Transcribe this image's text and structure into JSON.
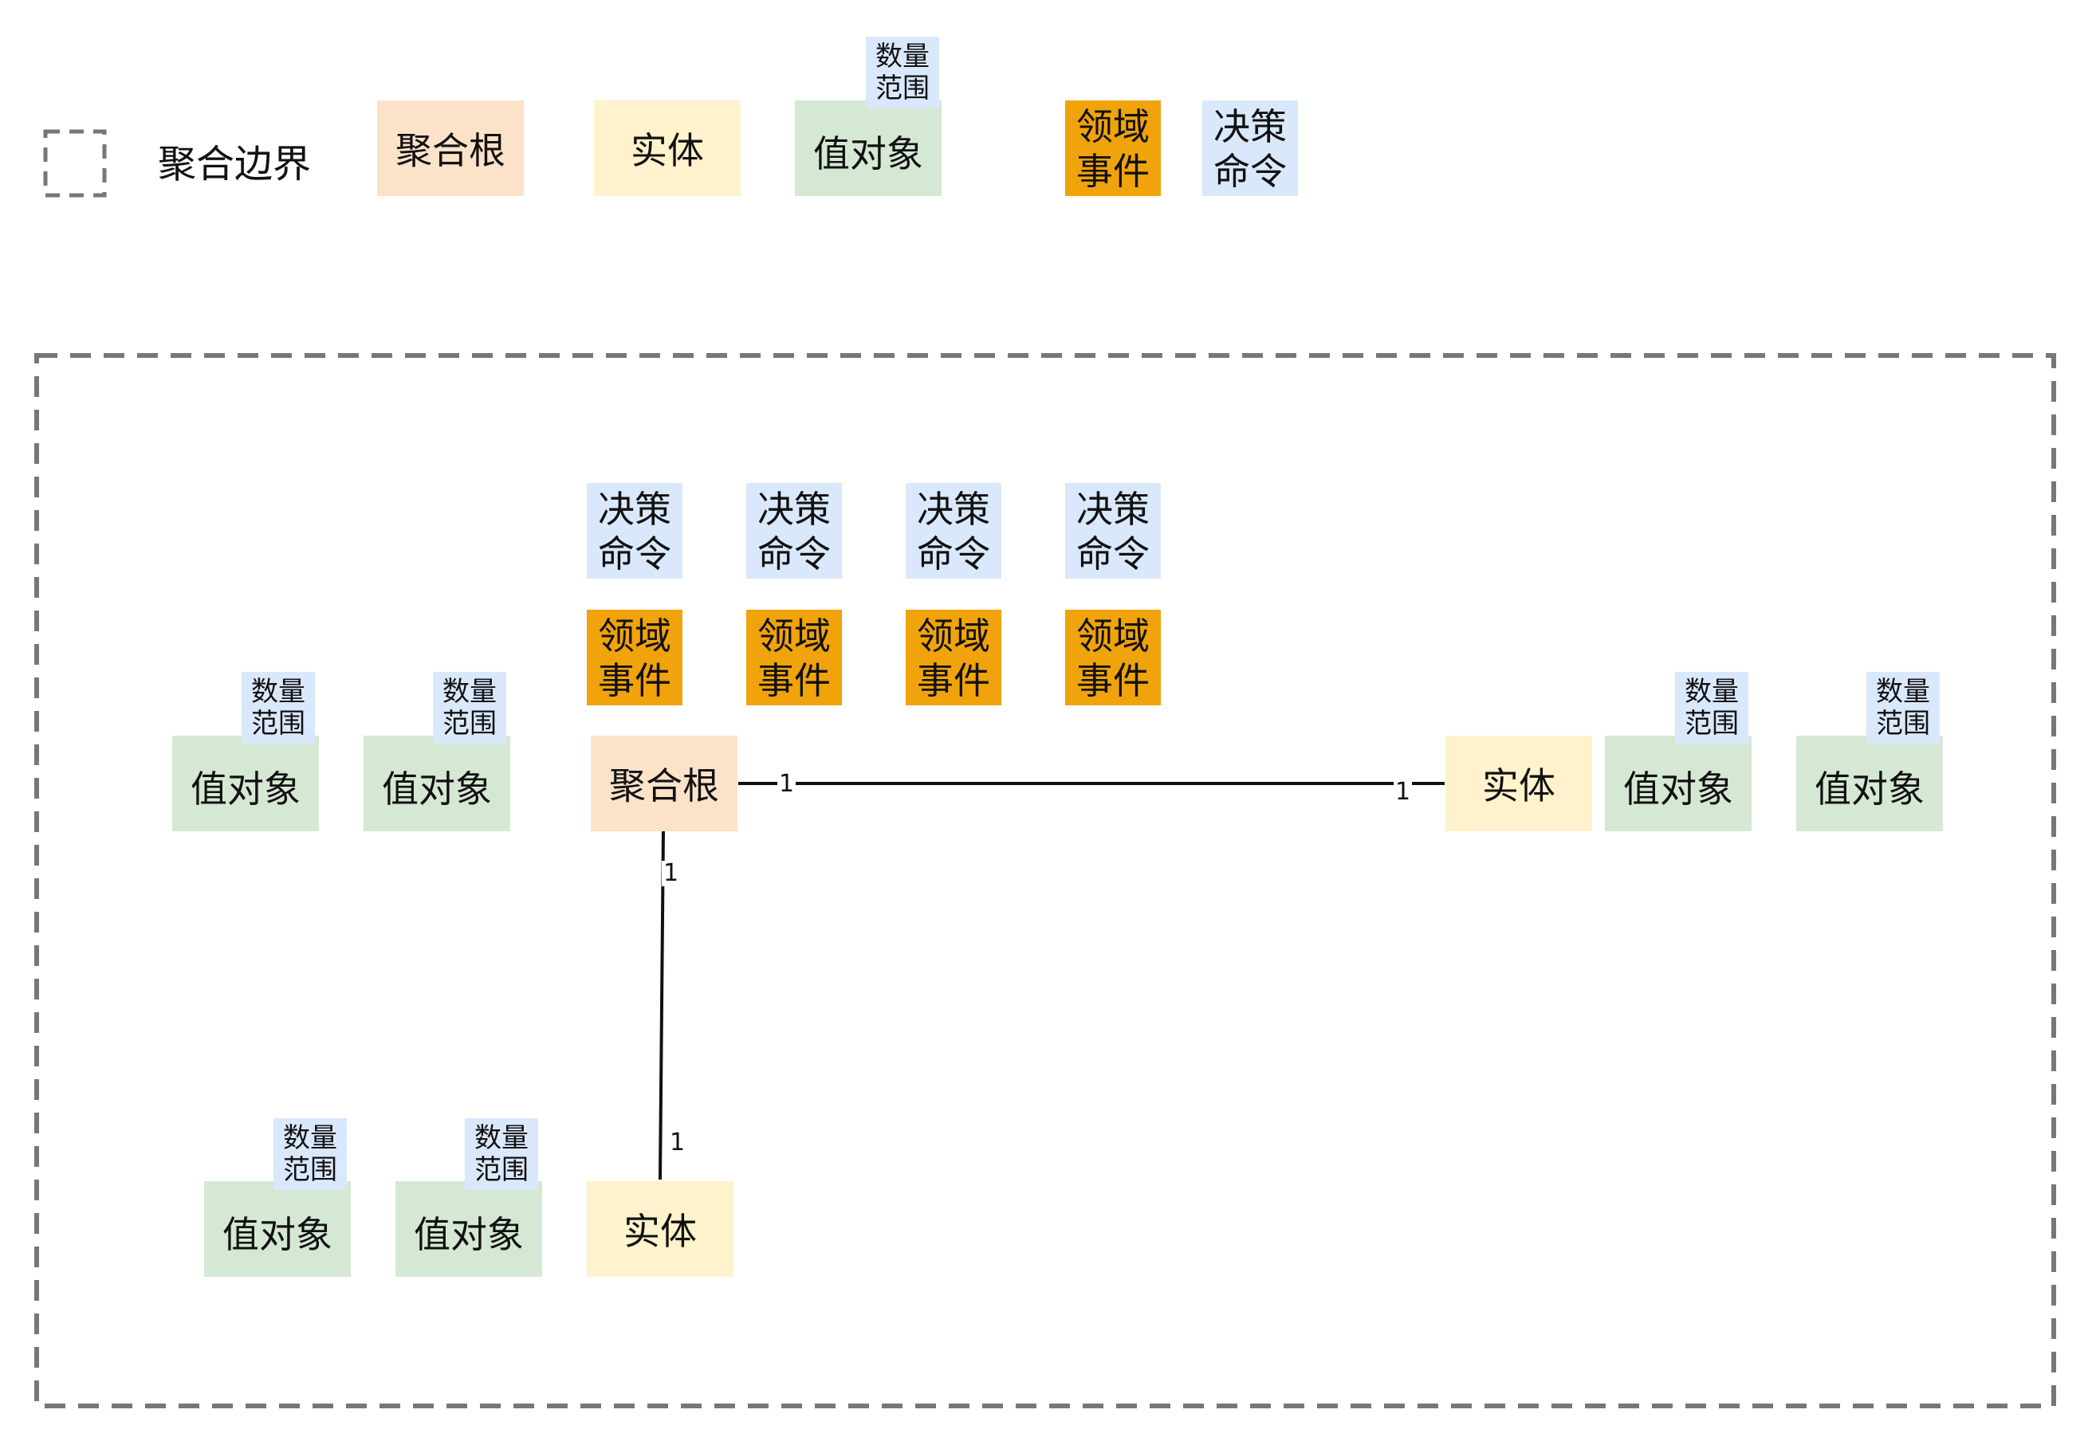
{
  "legend": {
    "boundary_label": "聚合边界",
    "items": [
      {
        "kind": "aggregate_root",
        "text": "聚合根"
      },
      {
        "kind": "entity",
        "text": "实体"
      },
      {
        "kind": "value_object",
        "text": "值对象",
        "tag": "数量\n范围"
      },
      {
        "kind": "domain_event",
        "text": "领域\n事件"
      },
      {
        "kind": "decision_command",
        "text": "决策\n命令"
      }
    ]
  },
  "colors": {
    "aggregate_root": "#FDE2CA",
    "entity": "#FFF2CC",
    "value_object": "#D5E8D4",
    "domain_event": "#F0A30A",
    "decision_command": "#DAE8FC",
    "line": "#111111",
    "boundary": "#777777"
  },
  "aggregate": {
    "commands": [
      "决策\n命令",
      "决策\n命令",
      "决策\n命令",
      "决策\n命令"
    ],
    "events": [
      "领域\n事件",
      "领域\n事件",
      "领域\n事件",
      "领域\n事件"
    ],
    "root": "聚合根",
    "entity_right": "实体",
    "entity_bottom": "实体",
    "value_objects": [
      {
        "text": "值对象",
        "tag": "数量\n范围"
      },
      {
        "text": "值对象",
        "tag": "数量\n范围"
      },
      {
        "text": "值对象",
        "tag": "数量\n范围"
      },
      {
        "text": "值对象",
        "tag": "数量\n范围"
      },
      {
        "text": "值对象",
        "tag": "数量\n范围"
      },
      {
        "text": "值对象",
        "tag": "数量\n范围"
      }
    ],
    "relations": [
      {
        "from": "聚合根",
        "to": "实体",
        "from_mult": "1",
        "to_mult": "1"
      },
      {
        "from": "聚合根",
        "to": "实体",
        "from_mult": "1",
        "to_mult": "1"
      }
    ]
  }
}
